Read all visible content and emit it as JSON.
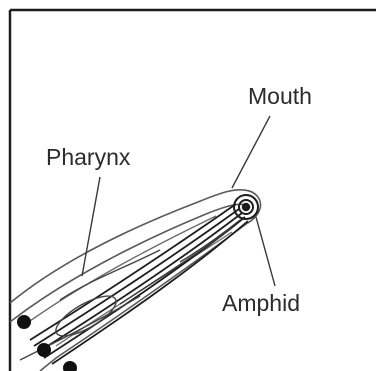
{
  "labels": {
    "mouth": "Mouth",
    "pharynx": "Pharynx",
    "amphid": "Amphid"
  },
  "colors": {
    "line": "#1e1e1e",
    "outline": "#555555",
    "leader": "#3a3a3a",
    "text": "#2b2b2b",
    "background": "#ffffff"
  }
}
